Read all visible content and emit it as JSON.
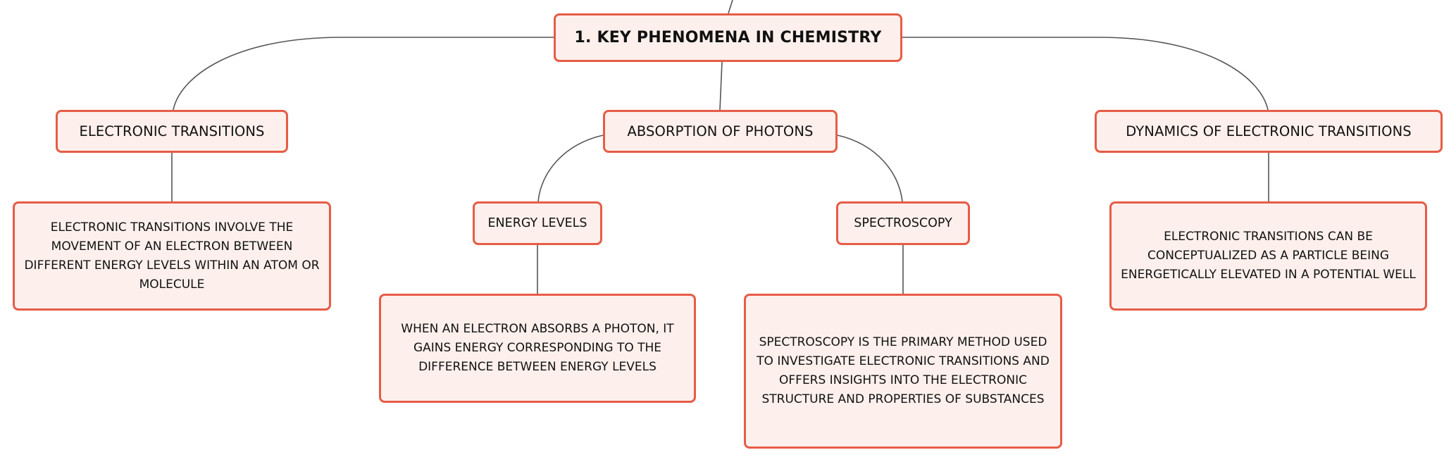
{
  "root": {
    "label": "1. KEY PHENOMENA IN CHEMISTRY"
  },
  "branches": [
    {
      "label": "ELECTRONIC TRANSITIONS",
      "detail": "ELECTRONIC TRANSITIONS INVOLVE THE MOVEMENT OF AN ELECTRON BETWEEN DIFFERENT ENERGY LEVELS WITHIN AN ATOM OR MOLECULE"
    },
    {
      "label": "ABSORPTION OF PHOTONS",
      "children": [
        {
          "label": "ENERGY LEVELS",
          "detail": "WHEN AN ELECTRON ABSORBS A PHOTON, IT GAINS ENERGY CORRESPONDING TO THE DIFFERENCE BETWEEN ENERGY LEVELS"
        },
        {
          "label": "SPECTROSCOPY",
          "detail": "SPECTROSCOPY IS THE PRIMARY METHOD USED TO INVESTIGATE ELECTRONIC TRANSITIONS AND OFFERS INSIGHTS INTO THE ELECTRONIC STRUCTURE AND PROPERTIES OF SUBSTANCES"
        }
      ]
    },
    {
      "label": "DYNAMICS OF ELECTRONIC TRANSITIONS",
      "detail": "ELECTRONIC TRANSITIONS CAN BE CONCEPTUALIZED AS A PARTICLE BEING ENERGETICALLY ELEVATED IN A POTENTIAL WELL"
    }
  ],
  "colors": {
    "node_border": "#e65c46",
    "node_fill": "#fdf0ec",
    "connector": "#555555",
    "text": "#111111"
  }
}
